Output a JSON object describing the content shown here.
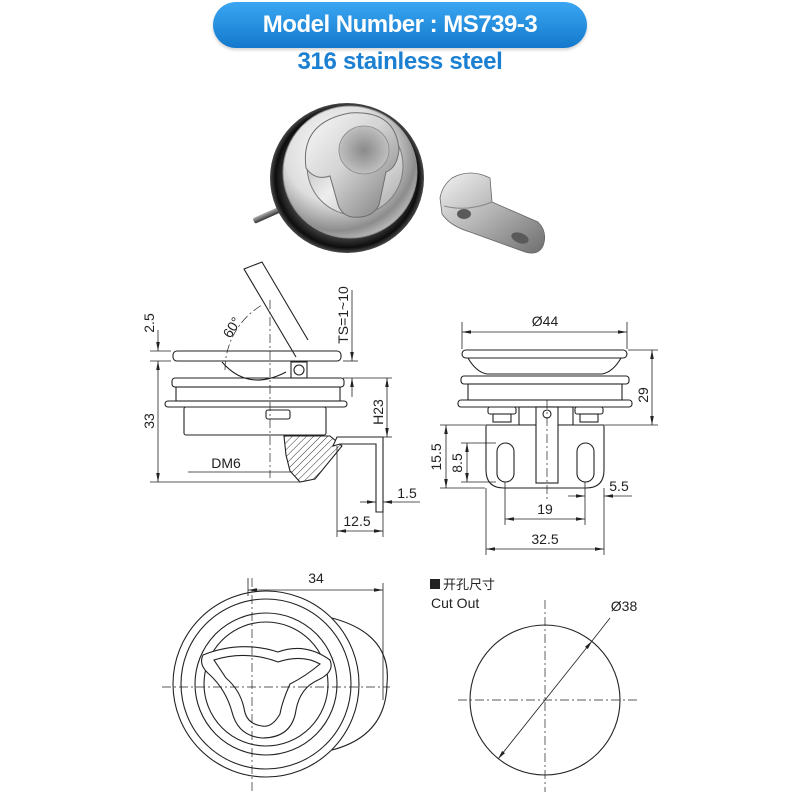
{
  "header": {
    "model_number": "Model Number : MS739-3",
    "material": "316 stainless steel"
  },
  "colors": {
    "banner_top": "#3aa6f2",
    "banner_bottom": "#1479cc",
    "material_text": "#1b80d2",
    "line": "#222222"
  },
  "side_view": {
    "flange_thickness": "2.5",
    "lever_angle": "60°",
    "panel_thickness": "TS=1~10",
    "overall_height": "33",
    "cam_height": "H23",
    "thread": "DM6",
    "cam_plate_thickness": "1.5",
    "cam_length": "12.5"
  },
  "front_view": {
    "flange_diameter": "Ø44",
    "overall_height": "29",
    "cam_height": "15.5",
    "slot_length": "8.5",
    "edge_offset": "5.5",
    "slot_spacing": "19",
    "cam_width": "32.5"
  },
  "top_view": {
    "body_width": "34"
  },
  "cut_out": {
    "title_cn": "开孔尺寸",
    "title_en": "Cut Out",
    "diameter": "Ø38"
  }
}
